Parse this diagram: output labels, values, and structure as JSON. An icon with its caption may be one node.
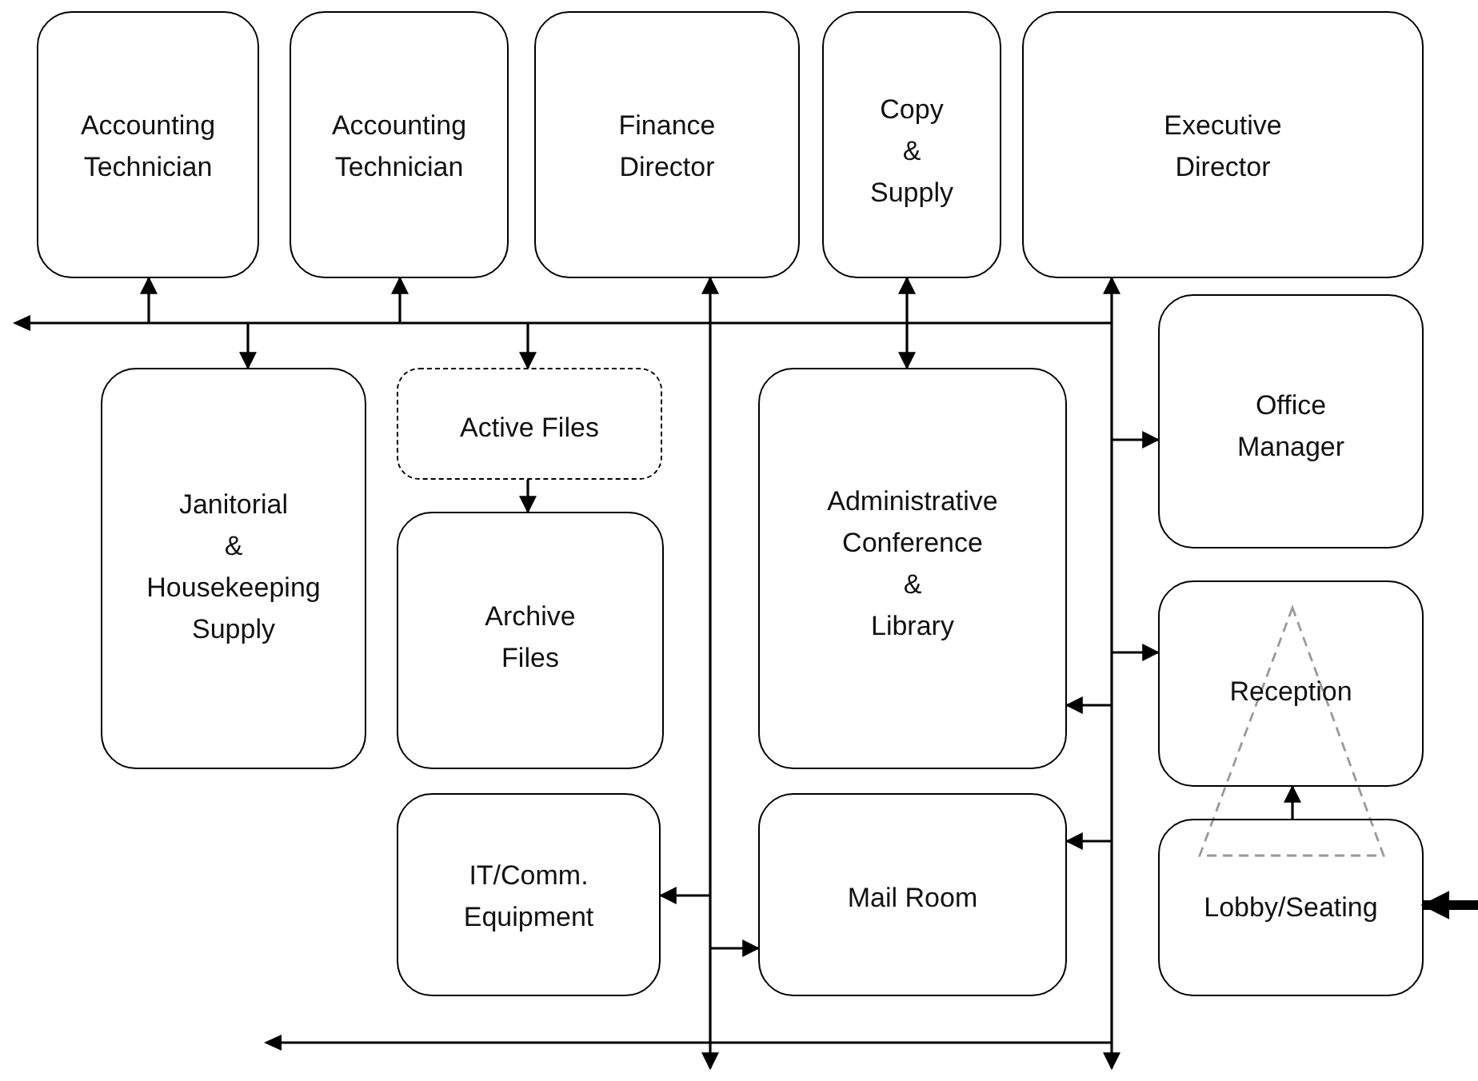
{
  "diagram": {
    "nodes": [
      {
        "text": [
          "Accounting Technician"
        ]
      },
      {
        "text": [
          "Accounting Technician"
        ]
      },
      {
        "text": [
          "Finance Director"
        ]
      },
      {
        "text": [
          "Copy & Supply"
        ]
      },
      {
        "text": [
          "Executive Director"
        ]
      },
      {
        "text": [
          "Janitorial & Housekeeping Supply"
        ]
      },
      {
        "text": [
          "Active Files"
        ]
      },
      {
        "text": [
          "Archive Files"
        ]
      },
      {
        "text": [
          "Administrative Conference & Library"
        ]
      },
      {
        "text": [
          "Office Manager"
        ]
      },
      {
        "text": [
          "Reception"
        ]
      },
      {
        "text": [
          "IT/Comm. Equipment"
        ]
      },
      {
        "text": [
          "Mail Room"
        ]
      },
      {
        "text": [
          "Lobby/Seating"
        ]
      }
    ],
    "edges": [
      {
        "from": null,
        "to": 0,
        "arrow": "to"
      },
      {
        "from": null,
        "to": 1,
        "arrow": "to"
      },
      {
        "from": null,
        "to": 5,
        "arrow": "to"
      },
      {
        "from": null,
        "to": 6,
        "arrow": "to"
      },
      {
        "from": 6,
        "to": 7,
        "arrow": "to"
      },
      {
        "from": null,
        "to": 2,
        "arrow": "both"
      },
      {
        "from": null,
        "to": 4,
        "arrow": "both"
      },
      {
        "from": 3,
        "to": 8,
        "arrow": "both"
      },
      {
        "from": null,
        "to": 9,
        "arrow": "to"
      },
      {
        "from": null,
        "to": 10,
        "arrow": "to"
      },
      {
        "from": null,
        "to": 8,
        "arrow": "to"
      },
      {
        "from": null,
        "to": 12,
        "arrow": "to"
      },
      {
        "from": null,
        "to": 11,
        "arrow": "to"
      },
      {
        "from": null,
        "to": 12,
        "arrow": "to"
      },
      {
        "from": 13,
        "to": 10,
        "arrow": "to"
      },
      {
        "from": null,
        "to": 13,
        "arrow": "to",
        "style": "thick"
      }
    ]
  }
}
